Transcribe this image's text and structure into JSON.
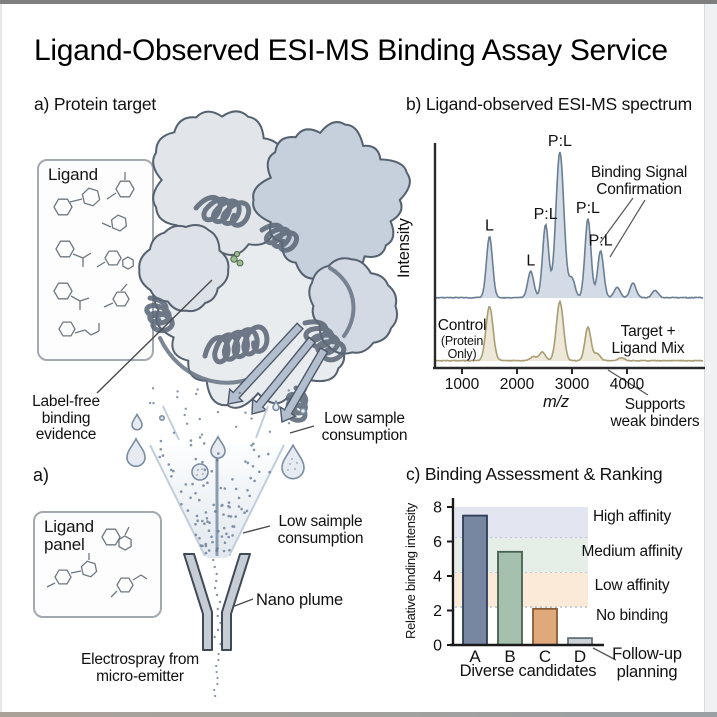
{
  "page": {
    "title": "Ligand-Observed ESI-MS Binding Assay Service"
  },
  "panel_a": {
    "label": "a) Protein target",
    "ligand_box_title": "Ligand",
    "label_free_evidence": {
      "line1": "Label-free",
      "line2": "binding",
      "line3": "evidence"
    },
    "sub_label": "a)",
    "ligand_panel_title": {
      "line1": "Ligand",
      "line2": "panel"
    },
    "low_sample_top": {
      "line1": "Low sample",
      "line2": "consumption"
    },
    "low_sample_mid": {
      "line1": "Low saimple",
      "line2": "consumption"
    },
    "nano_plume": "Nano plume",
    "electrospray": {
      "line1": "Electrospray from",
      "line2": "micro-emitter"
    }
  },
  "panel_b": {
    "label": "b) Ligand-observed ESI-MS spectrum",
    "ylabel": "Intensity",
    "xlabel": "m/z",
    "binding_signal": {
      "line1": "Binding Signal",
      "line2": "Confirmation"
    },
    "control": {
      "line1": "Control",
      "line2": "(Protein",
      "line3": "Only)"
    },
    "target_mix": {
      "line1": "Target +",
      "line2": "Ligand Mix"
    },
    "supports": {
      "line1": "Supports",
      "line2": "weak binders"
    }
  },
  "panel_c": {
    "label": "c) Binding Assessment & Ranking",
    "xlabel": "Diverse candidates",
    "ylabel": "Relative binding intensity",
    "followup": {
      "line1": "Follow-up",
      "line2": "planning"
    }
  },
  "chart_data": [
    {
      "id": "esi_ms_spectrum",
      "type": "line",
      "title": "Ligand-observed ESI-MS spectrum",
      "xlabel": "m/z",
      "ylabel": "Intensity",
      "xlim": [
        500,
        5400
      ],
      "x_ticks": [
        1000,
        2000,
        3000,
        4000
      ],
      "grid": false,
      "series": [
        {
          "name": "Target + Ligand Mix",
          "color": "#6a7e93",
          "fill": "#aebfd1",
          "peaks": [
            {
              "mz": 1500,
              "h": 0.42,
              "label": "L"
            },
            {
              "mz": 2250,
              "h": 0.18,
              "label": "L"
            },
            {
              "mz": 2520,
              "h": 0.5,
              "label": "P:L"
            },
            {
              "mz": 2780,
              "h": 1.0,
              "label": "P:L",
              "w": 4
            },
            {
              "mz": 3000,
              "h": 0.13
            },
            {
              "mz": 3290,
              "h": 0.54,
              "label": "P:L"
            },
            {
              "mz": 3520,
              "h": 0.32,
              "label": "P:L"
            },
            {
              "mz": 3820,
              "h": 0.07
            },
            {
              "mz": 4110,
              "h": 0.1
            },
            {
              "mz": 4510,
              "h": 0.05
            }
          ]
        },
        {
          "name": "Control (Protein Only)",
          "color": "#a89d74",
          "fill": "#ded6b8",
          "peaks": [
            {
              "mz": 1500,
              "h": 0.92,
              "w": 3.5
            },
            {
              "mz": 2300,
              "h": 0.07
            },
            {
              "mz": 2460,
              "h": 0.15
            },
            {
              "mz": 2780,
              "h": 1.0,
              "w": 3.5
            },
            {
              "mz": 3290,
              "h": 0.57
            },
            {
              "mz": 3460,
              "h": 0.12
            },
            {
              "mz": 3900,
              "h": 0.05
            }
          ]
        }
      ],
      "annotations": [
        "Binding Signal Confirmation",
        "Supports weak binders"
      ]
    },
    {
      "id": "binding_ranking",
      "type": "bar",
      "title": "Binding Assessment & Ranking",
      "xlabel": "Diverse candidates",
      "ylabel": "Relative binding intensity",
      "categories": [
        "A",
        "B",
        "C",
        "D"
      ],
      "values": [
        7.5,
        5.4,
        2.1,
        0.4
      ],
      "bar_colors": [
        "#7787a2",
        "#a5c0ad",
        "#e0a97c",
        "#ccd1d6"
      ],
      "bar_border_colors": [
        "#2e3c55",
        "#48604f",
        "#8a5a33",
        "#63707c"
      ],
      "ylim": [
        0,
        8
      ],
      "y_ticks": [
        0,
        2,
        4,
        6,
        8
      ],
      "zones": [
        {
          "label": "High affinity",
          "from": 6.2,
          "to": 8.0,
          "color": "#e3e6f0"
        },
        {
          "label": "Medium affinity",
          "from": 4.2,
          "to": 6.2,
          "color": "#e6efe7"
        },
        {
          "label": "Low affinity",
          "from": 2.2,
          "to": 4.2,
          "color": "#fcead9"
        },
        {
          "label": "No binding",
          "from": 0.0,
          "to": 2.2,
          "color": "#ffffff"
        }
      ],
      "annotation": "Follow-up planning"
    }
  ]
}
